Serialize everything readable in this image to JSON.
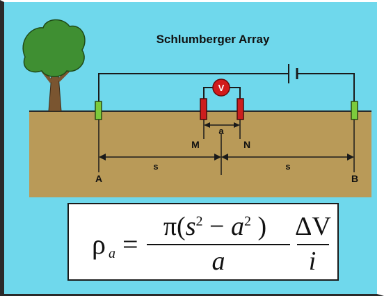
{
  "title": "Schlumberger Array",
  "labels": {
    "A": "A",
    "B": "B",
    "M": "M",
    "N": "N",
    "s_left": "s",
    "s_right": "s",
    "a": "a",
    "voltmeter": "V"
  },
  "formula": {
    "lhs_symbol": "ρ",
    "lhs_subscript": "a",
    "equals": "=",
    "numerator_pre": "π(",
    "s_var": "s",
    "s_exp": "2",
    "minus": " − ",
    "a_var": "a",
    "a_exp": "2",
    "numerator_post": " )",
    "denominator": "a",
    "factor_numerator": "ΔV",
    "factor_denominator": "i"
  },
  "colors": {
    "background": "#6fd8ec",
    "ground": "#b99a58",
    "current_electrode": "#7ccb3c",
    "potential_electrode": "#cc1e1e",
    "voltmeter": "#d21a1a",
    "tree_foliage": "#3f8f32",
    "tree_trunk": "#7a5530"
  },
  "icons": {
    "tree": "tree-icon",
    "battery": "battery-icon",
    "voltmeter": "voltmeter-icon"
  }
}
